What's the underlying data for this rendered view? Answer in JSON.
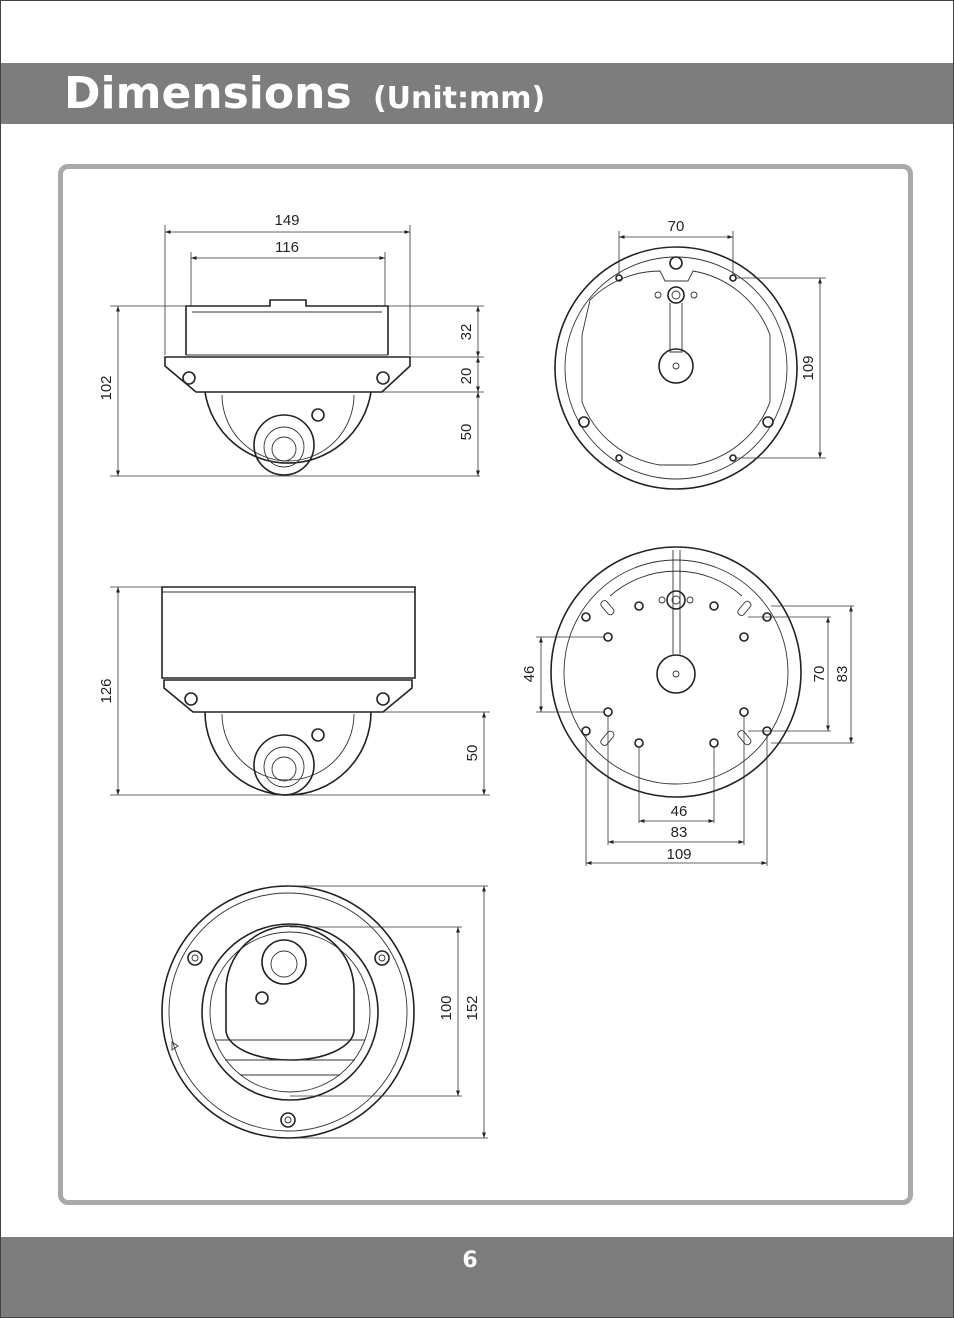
{
  "header": {
    "title": "Dimensions",
    "unit": "(Unit:mm)"
  },
  "footer": {
    "page_number": "6"
  },
  "side_view": {
    "width_outer": "149",
    "width_inner": "116",
    "height_total": "102",
    "height_box": "32",
    "height_flange": "20",
    "height_dome": "50"
  },
  "top_plate": {
    "hole_spacing_h": "70",
    "hole_spacing_v": "109"
  },
  "side_view_box": {
    "height_total": "126",
    "height_dome": "50"
  },
  "box_bottom": {
    "left_spacing": "46",
    "right_inner": "70",
    "right_outer": "83",
    "bottom_inner": "46",
    "bottom_mid": "83",
    "bottom_outer": "109"
  },
  "bottom_view": {
    "inner_diameter": "100",
    "outer_diameter": "152"
  }
}
